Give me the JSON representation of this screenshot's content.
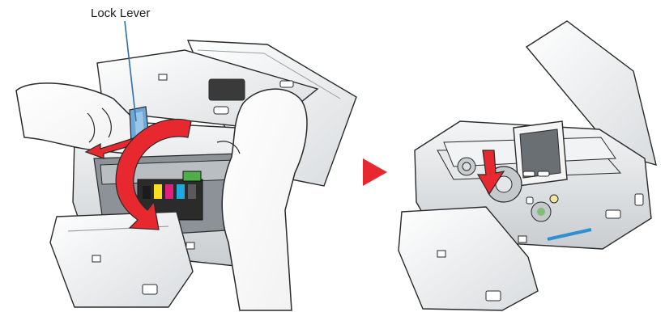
{
  "callout": {
    "label": "Lock Lever"
  },
  "colors": {
    "arrow_red": "#e8282f",
    "accent_blue": "#2f8fd0",
    "outline": "#2a2a2a",
    "device_gray": "#cfd3d6"
  },
  "steps": [
    {
      "name": "step-1-lower-lock-lever"
    },
    {
      "name": "step-2-close-cover"
    }
  ],
  "icons": [
    "next-step-arrow-icon",
    "lower-motion-arrow-icon",
    "push-down-arrow-icon"
  ]
}
